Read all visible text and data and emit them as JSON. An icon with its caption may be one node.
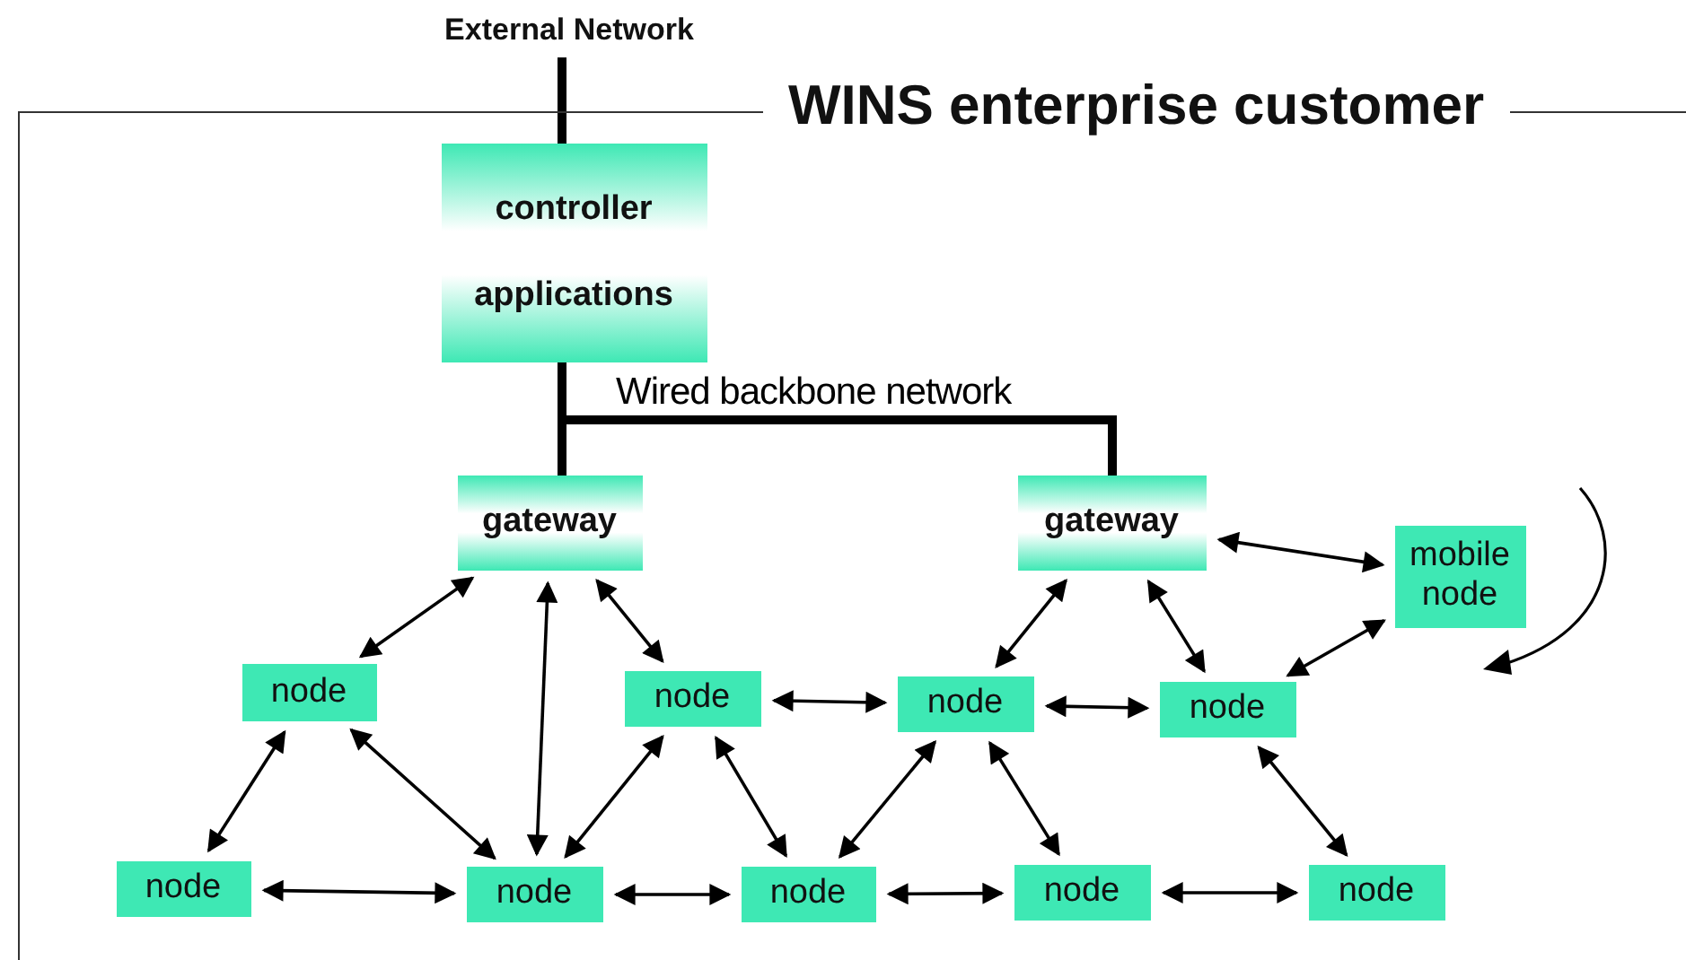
{
  "diagram": {
    "nodes": [
      {
        "text": [
          "WINS enterprise customer"
        ]
      },
      {
        "text": [
          "External Network"
        ]
      },
      {
        "text": [
          "controller",
          "applications"
        ],
        "in": 0
      },
      {
        "text": [
          "gateway"
        ],
        "in": 0
      },
      {
        "text": [
          "gateway"
        ],
        "in": 0
      },
      {
        "text": [
          "mobile node"
        ],
        "in": 0
      },
      {
        "text": [
          "node"
        ],
        "in": 0
      },
      {
        "text": [
          "node"
        ],
        "in": 0
      },
      {
        "text": [
          "node"
        ],
        "in": 0
      },
      {
        "text": [
          "node"
        ],
        "in": 0
      },
      {
        "text": [
          "node"
        ],
        "in": 0
      },
      {
        "text": [
          "node"
        ],
        "in": 0
      },
      {
        "text": [
          "node"
        ],
        "in": 0
      },
      {
        "text": [
          "node"
        ],
        "in": 0
      },
      {
        "text": [
          "node"
        ],
        "in": 0
      }
    ],
    "edges": [
      {
        "from": 1,
        "to": 2,
        "arrow": "none",
        "style": "thick"
      },
      {
        "from": 2,
        "to": 3,
        "arrow": "none",
        "style": "thick"
      },
      {
        "from": 2,
        "to": 4,
        "arrow": "none",
        "style": "thick",
        "label": "Wired backbone network"
      },
      {
        "from": 3,
        "to": 6,
        "arrow": "both"
      },
      {
        "from": 3,
        "to": 11,
        "arrow": "both"
      },
      {
        "from": 3,
        "to": 7,
        "arrow": "both"
      },
      {
        "from": 4,
        "to": 8,
        "arrow": "both"
      },
      {
        "from": 4,
        "to": 9,
        "arrow": "both"
      },
      {
        "from": 4,
        "to": 5,
        "arrow": "both"
      },
      {
        "from": 5,
        "to": 9,
        "arrow": "both"
      },
      {
        "from": 6,
        "to": 10,
        "arrow": "both"
      },
      {
        "from": 6,
        "to": 11,
        "arrow": "both"
      },
      {
        "from": 7,
        "to": 11,
        "arrow": "both"
      },
      {
        "from": 7,
        "to": 12,
        "arrow": "both"
      },
      {
        "from": 7,
        "to": 8,
        "arrow": "both"
      },
      {
        "from": 8,
        "to": 9,
        "arrow": "both"
      },
      {
        "from": 8,
        "to": 12,
        "arrow": "both"
      },
      {
        "from": 8,
        "to": 13,
        "arrow": "both"
      },
      {
        "from": 9,
        "to": 14,
        "arrow": "both"
      },
      {
        "from": 10,
        "to": 11,
        "arrow": "both"
      },
      {
        "from": 11,
        "to": 12,
        "arrow": "both"
      },
      {
        "from": 12,
        "to": 13,
        "arrow": "both"
      },
      {
        "from": 13,
        "to": 14,
        "arrow": "both"
      }
    ]
  }
}
